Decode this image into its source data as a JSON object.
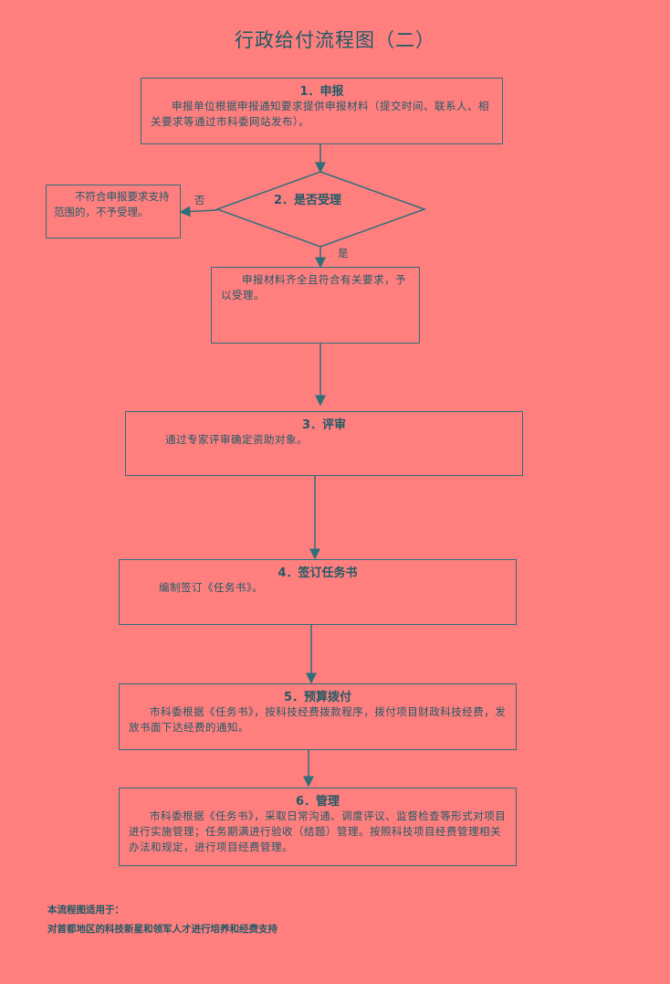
{
  "title": "行政给付流程图（二）",
  "steps": {
    "apply": {
      "head": "1．申报",
      "body": "申报单位根据申报通知要求提供申报材料（提交时间、联系人、相关要求等通过市科委网站发布）。"
    },
    "accept": {
      "head": "2．是否受理",
      "no_label": "否",
      "yes_label": "是",
      "reject_text": "不符合申报要求支持范围的，不予受理。",
      "accept_text": "申报材料齐全且符合有关要求，予以受理。"
    },
    "review": {
      "head": "3．评审",
      "body": "通过专家评审确定资助对象。"
    },
    "sign": {
      "head": "4．签订任务书",
      "body": "编制签订《任务书》。"
    },
    "fund": {
      "head": "5．预算拨付",
      "body": "市科委根据《任务书》，按科技经费拨款程序，拨付项目财政科技经费，发放书面下达经费的通知。"
    },
    "manage": {
      "head": "6．管理",
      "body": "市科委根据《任务书》，采取日常沟通、调度评议、监督检查等形式对项目进行实施管理；任务期满进行验收（结题）管理。按照科技项目经费管理相关办法和规定，进行项目经费管理。"
    }
  },
  "note": {
    "heading": "本流程图适用于：",
    "text": "对首都地区的科技新星和领军人才进行培养和经费支持"
  }
}
